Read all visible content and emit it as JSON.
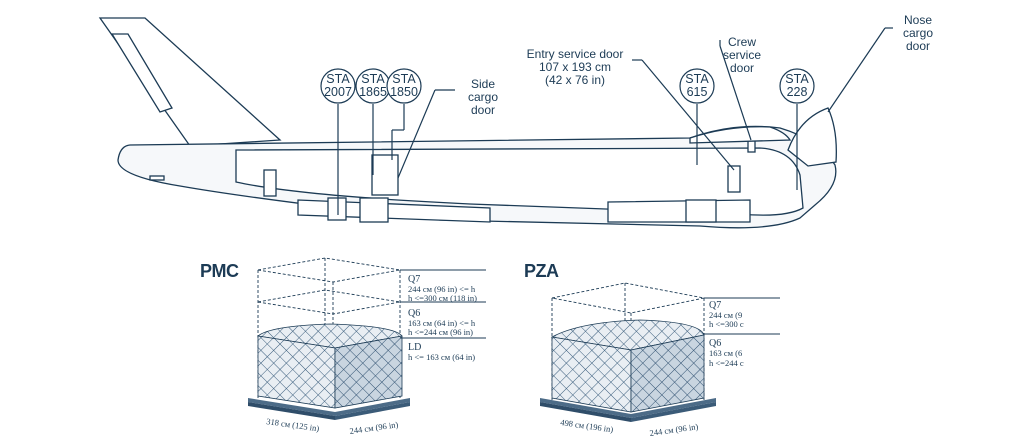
{
  "colors": {
    "ink": "#1c3b55",
    "fuselage": "#f2f5f8",
    "cargo_fill": "#8da3b6",
    "pallet": "#4c6b87",
    "net_stroke": "#3a5d7c"
  },
  "aircraft": {
    "stations": [
      {
        "line1": "STA",
        "line2": "2007"
      },
      {
        "line1": "STA",
        "line2": "1865"
      },
      {
        "line1": "STA",
        "line2": "1850"
      },
      {
        "line1": "STA",
        "line2": "615"
      },
      {
        "line1": "STA",
        "line2": "228"
      }
    ],
    "side_cargo_door": [
      "Side",
      "cargo",
      "door"
    ],
    "entry_service_door": [
      "Entry service door",
      "107 x 193 cm",
      "(42 x 76 in)"
    ],
    "crew_service_door": [
      "Crew",
      "service",
      "door"
    ],
    "nose_cargo_door": [
      "Nose",
      "cargo",
      "door"
    ]
  },
  "pmc": {
    "title": "PMC",
    "tiers": [
      {
        "code": "Q7",
        "line1": "244 см (96 in) <= h",
        "line2": "h <=300 см (118 in)"
      },
      {
        "code": "Q6",
        "line1": "163 см (64 in) <= h",
        "line2": "h <=244 см (96 in)"
      },
      {
        "code": "LD",
        "line1": "h <= 163 см (64 in)",
        "line2": ""
      }
    ],
    "length_label": "318 см (125 in)",
    "width_label": "244 см (96 in)"
  },
  "pza": {
    "title": "PZA",
    "tiers": [
      {
        "code": "Q7",
        "line1": "244 см (9",
        "line2": "h <=300 с"
      },
      {
        "code": "Q6",
        "line1": "163 см (6",
        "line2": "h <=244 с"
      }
    ],
    "length_label": "498 см (196 in)",
    "width_label": "244 см (96 in)"
  }
}
